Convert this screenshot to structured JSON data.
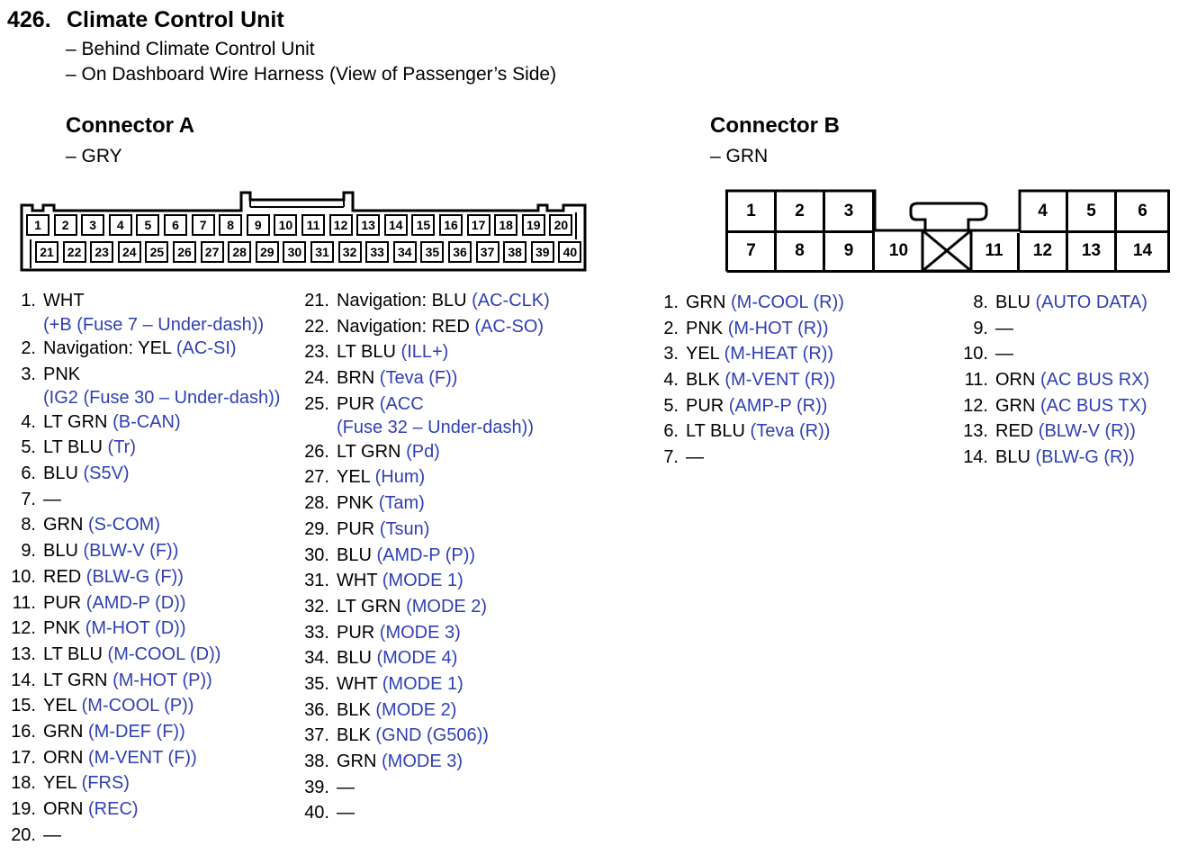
{
  "header": {
    "number": "426.",
    "title": "Climate Control Unit",
    "locations": [
      "– Behind Climate Control Unit",
      "– On Dashboard Wire Harness (View of Passenger’s Side)"
    ]
  },
  "connector_a": {
    "name": "Connector A",
    "color": "– GRY",
    "pins_top": [
      "1",
      "2",
      "3",
      "4",
      "5",
      "6",
      "7",
      "8",
      "9",
      "10",
      "11",
      "12",
      "13",
      "14",
      "15",
      "16",
      "17",
      "18",
      "19",
      "20"
    ],
    "pins_bottom": [
      "21",
      "22",
      "23",
      "24",
      "25",
      "26",
      "27",
      "28",
      "29",
      "30",
      "31",
      "32",
      "33",
      "34",
      "35",
      "36",
      "37",
      "38",
      "39",
      "40"
    ],
    "wires_col1": [
      {
        "num": "1.",
        "wire": "WHT",
        "func": "",
        "func2": "(+B (Fuse 7 – Under-dash))"
      },
      {
        "num": "2.",
        "wire": "Navigation: YEL",
        "func": "(AC-SI)"
      },
      {
        "num": "3.",
        "wire": "PNK",
        "func": "",
        "func2": "(IG2 (Fuse 30 – Under-dash))"
      },
      {
        "num": "4.",
        "wire": "LT GRN",
        "func": "(B-CAN)"
      },
      {
        "num": "5.",
        "wire": "LT BLU",
        "func": "(Tr)"
      },
      {
        "num": "6.",
        "wire": "BLU",
        "func": "(S5V)"
      },
      {
        "num": "7.",
        "wire": "—",
        "func": ""
      },
      {
        "num": "8.",
        "wire": "GRN",
        "func": "(S-COM)"
      },
      {
        "num": "9.",
        "wire": "BLU",
        "func": "(BLW-V (F))"
      },
      {
        "num": "10.",
        "wire": "RED",
        "func": "(BLW-G (F))"
      },
      {
        "num": "11.",
        "wire": "PUR",
        "func": "(AMD-P (D))"
      },
      {
        "num": "12.",
        "wire": "PNK",
        "func": "(M-HOT (D))"
      },
      {
        "num": "13.",
        "wire": "LT BLU",
        "func": "(M-COOL (D))"
      },
      {
        "num": "14.",
        "wire": "LT GRN",
        "func": "(M-HOT (P))"
      },
      {
        "num": "15.",
        "wire": "YEL",
        "func": "(M-COOL (P))"
      },
      {
        "num": "16.",
        "wire": "GRN",
        "func": "(M-DEF (F))"
      },
      {
        "num": "17.",
        "wire": "ORN",
        "func": "(M-VENT (F))"
      },
      {
        "num": "18.",
        "wire": "YEL",
        "func": "(FRS)"
      },
      {
        "num": "19.",
        "wire": "ORN",
        "func": "(REC)"
      },
      {
        "num": "20.",
        "wire": "—",
        "func": ""
      }
    ],
    "wires_col2": [
      {
        "num": "21.",
        "wire": "Navigation: BLU",
        "func": "(AC-CLK)"
      },
      {
        "num": "22.",
        "wire": "Navigation: RED",
        "func": "(AC-SO)"
      },
      {
        "num": "23.",
        "wire": "LT BLU",
        "func": "(ILL+)"
      },
      {
        "num": "24.",
        "wire": "BRN",
        "func": "(Teva (F))"
      },
      {
        "num": "25.",
        "wire": "PUR",
        "func": "(ACC",
        "func2": "(Fuse 32 – Under-dash))"
      },
      {
        "num": "26.",
        "wire": "LT GRN",
        "func": "(Pd)"
      },
      {
        "num": "27.",
        "wire": "YEL",
        "func": "(Hum)"
      },
      {
        "num": "28.",
        "wire": "PNK",
        "func": "(Tam)"
      },
      {
        "num": "29.",
        "wire": "PUR",
        "func": "(Tsun)"
      },
      {
        "num": "30.",
        "wire": "BLU",
        "func": "(AMD-P (P))"
      },
      {
        "num": "31.",
        "wire": "WHT",
        "func": "(MODE 1)"
      },
      {
        "num": "32.",
        "wire": "LT GRN",
        "func": "(MODE 2)"
      },
      {
        "num": "33.",
        "wire": "PUR",
        "func": "(MODE 3)"
      },
      {
        "num": "34.",
        "wire": "BLU",
        "func": "(MODE 4)"
      },
      {
        "num": "35.",
        "wire": "WHT",
        "func": "(MODE 1)"
      },
      {
        "num": "36.",
        "wire": "BLK",
        "func": "(MODE 2)"
      },
      {
        "num": "37.",
        "wire": "BLK",
        "func": "(GND (G506))"
      },
      {
        "num": "38.",
        "wire": "GRN",
        "func": "(MODE 3)"
      },
      {
        "num": "39.",
        "wire": "—",
        "func": ""
      },
      {
        "num": "40.",
        "wire": "—",
        "func": ""
      }
    ]
  },
  "connector_b": {
    "name": "Connector B",
    "color": "– GRN",
    "pins_top": [
      "1",
      "2",
      "3",
      "4",
      "5",
      "6"
    ],
    "pins_bottom": [
      "7",
      "8",
      "9",
      "10",
      "11",
      "12",
      "13",
      "14"
    ],
    "wires_col1": [
      {
        "num": "1.",
        "wire": "GRN",
        "func": "(M-COOL (R))"
      },
      {
        "num": "2.",
        "wire": "PNK",
        "func": "(M-HOT (R))"
      },
      {
        "num": "3.",
        "wire": "YEL",
        "func": "(M-HEAT (R))"
      },
      {
        "num": "4.",
        "wire": "BLK",
        "func": "(M-VENT (R))"
      },
      {
        "num": "5.",
        "wire": "PUR",
        "func": "(AMP-P (R))"
      },
      {
        "num": "6.",
        "wire": "LT BLU",
        "func": "(Teva (R))"
      },
      {
        "num": "7.",
        "wire": "—",
        "func": ""
      }
    ],
    "wires_col2": [
      {
        "num": "8.",
        "wire": "BLU",
        "func": "(AUTO DATA)"
      },
      {
        "num": "9.",
        "wire": "—",
        "func": ""
      },
      {
        "num": "10.",
        "wire": "—",
        "func": ""
      },
      {
        "num": "11.",
        "wire": "ORN",
        "func": "(AC BUS RX)"
      },
      {
        "num": "12.",
        "wire": "GRN",
        "func": "(AC BUS TX)"
      },
      {
        "num": "13.",
        "wire": "RED",
        "func": "(BLW-V (R))"
      },
      {
        "num": "14.",
        "wire": "BLU",
        "func": "(BLW-G (R))"
      }
    ]
  },
  "colors": {
    "function_text": "#2f3fb3",
    "line": "#000000"
  }
}
